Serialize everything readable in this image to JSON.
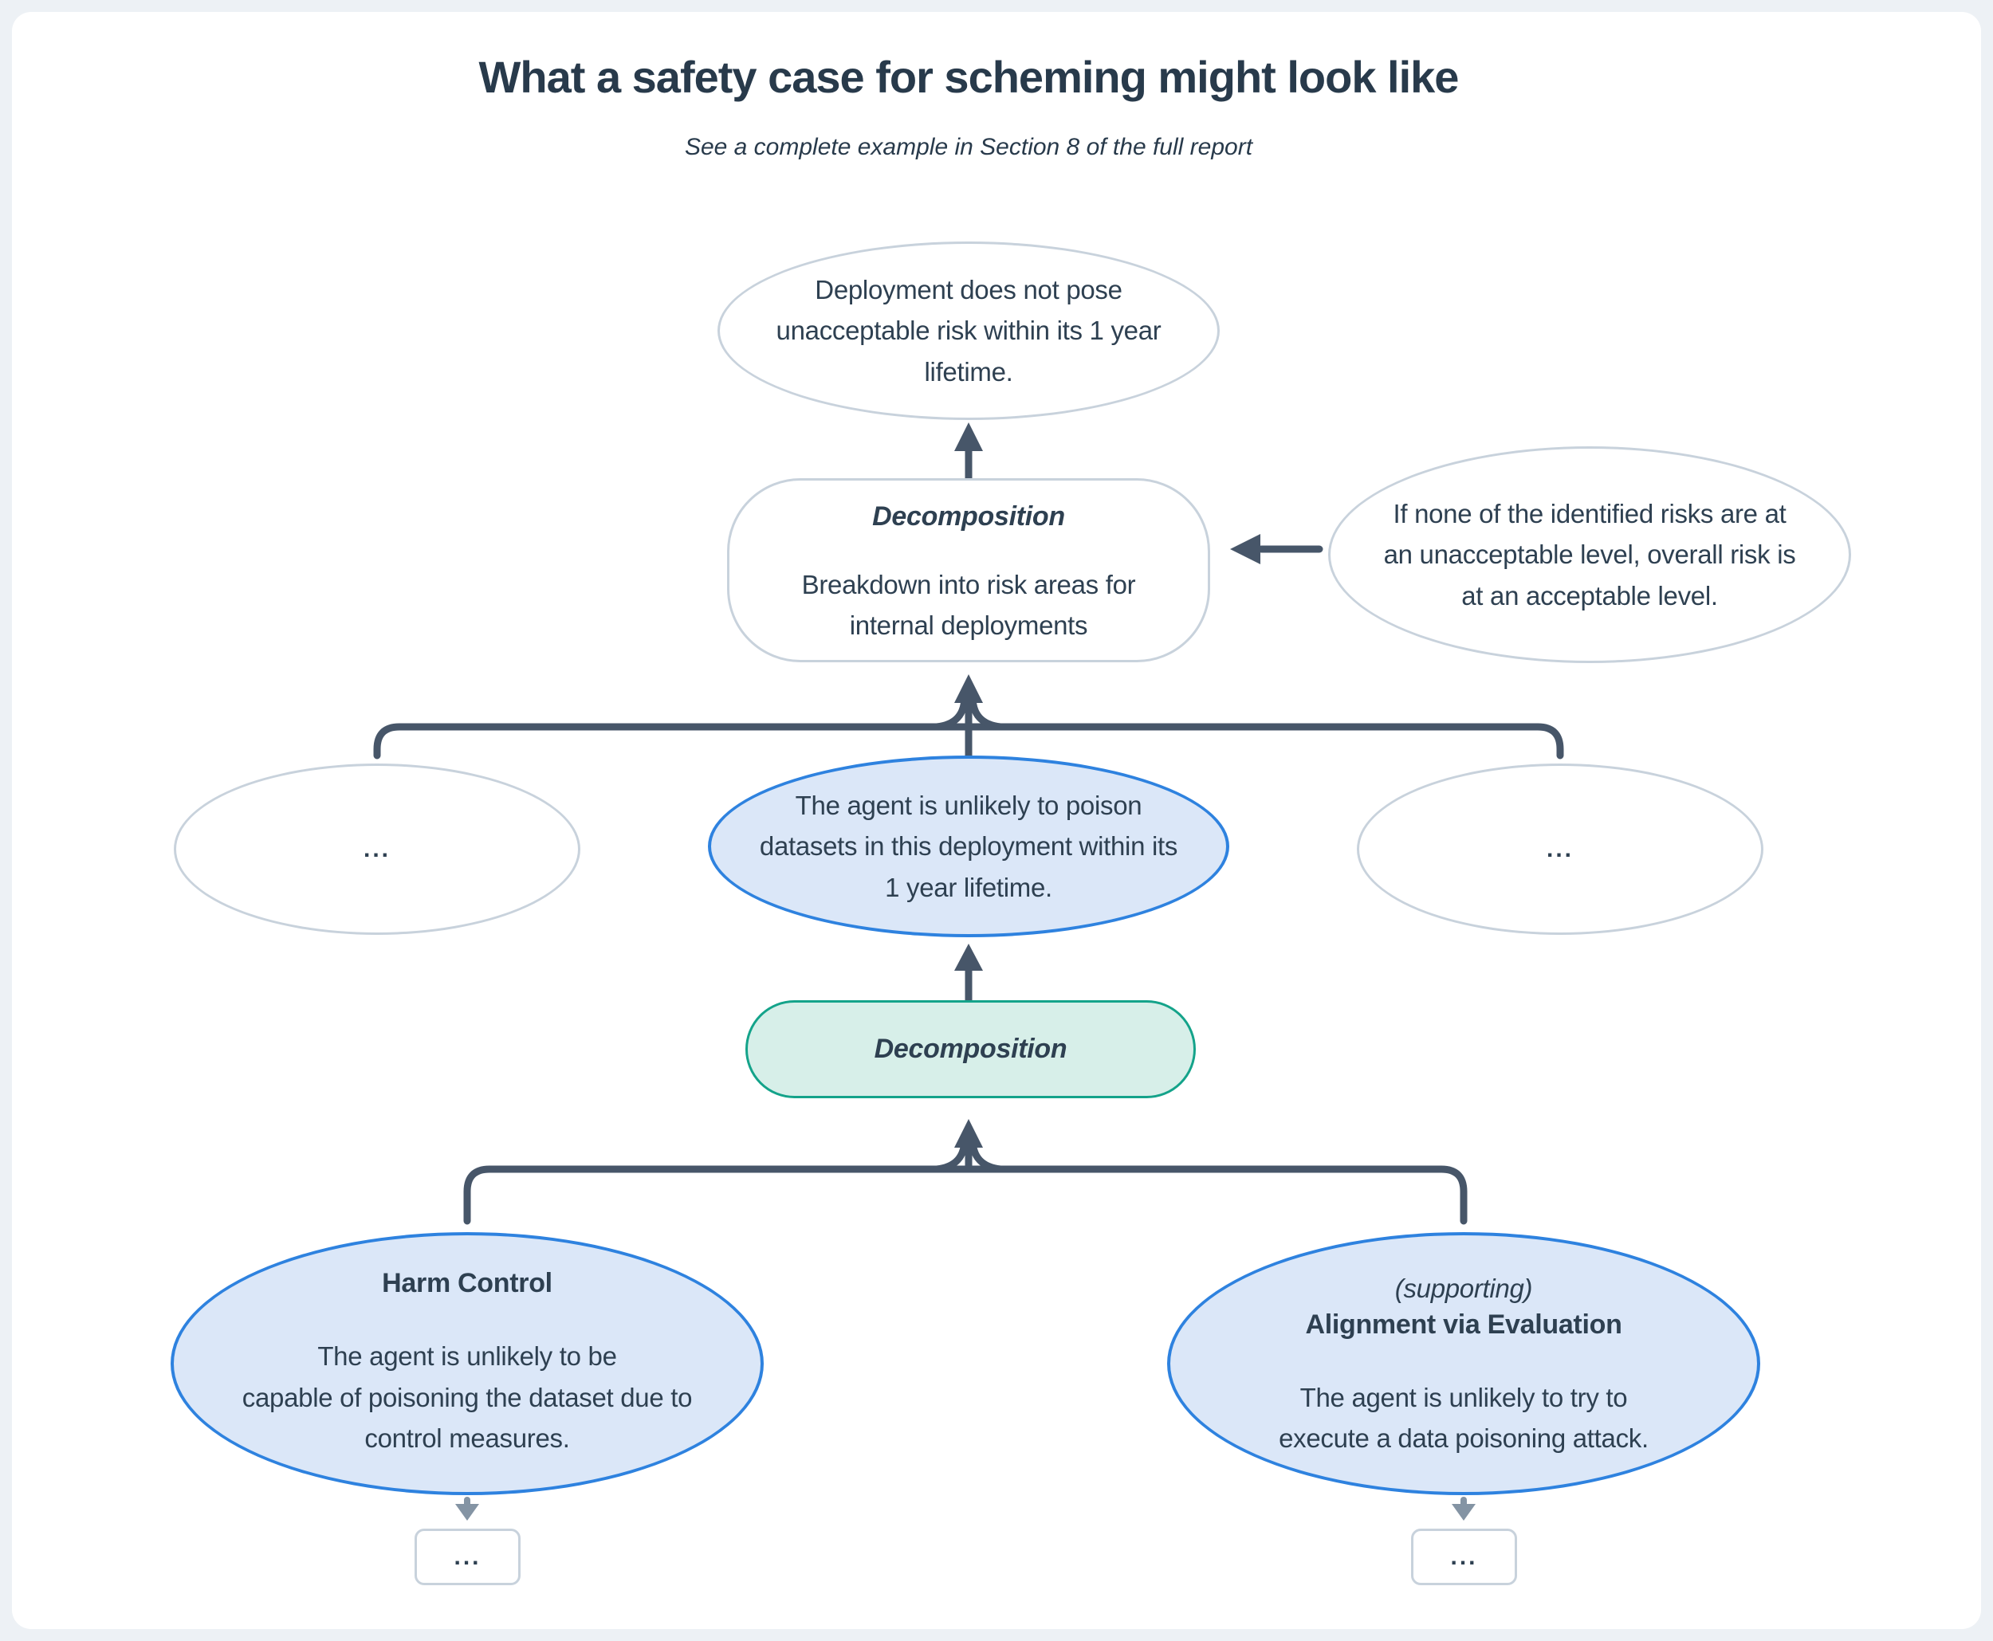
{
  "header": {
    "title": "What a safety case for scheming might look like",
    "subtitle": "See a complete example in Section 8 of the full report"
  },
  "colors": {
    "background": "#edf1f5",
    "card": "#ffffff",
    "text": "#2e4051",
    "title": "#283a4b",
    "connector": "#475669",
    "connector_light": "#8494a4",
    "node_border": "#c8d2dc",
    "blue_border": "#2e82df",
    "blue_fill": "#dbe7f8",
    "green_border": "#14a38a",
    "green_fill": "#d7efe9"
  },
  "nodes": {
    "top_goal": {
      "text": "Deployment does not pose\nunacceptable  risk within its 1 year\nlifetime."
    },
    "decomposition_top": {
      "heading": "Decomposition",
      "body": "Breakdown into risk areas for\ninternal deployments"
    },
    "side_note": {
      "text": "If none of the identified risks are at\nan unacceptable level, overall risk is\nat an acceptable level."
    },
    "risk_area_left": {
      "text": "..."
    },
    "risk_poisoning": {
      "text": "The agent is unlikely to poison\ndatasets in this deployment within its\n1 year lifetime."
    },
    "risk_area_right": {
      "text": "..."
    },
    "decomposition_lower": {
      "heading": "Decomposition"
    },
    "harm_control": {
      "heading": "Harm Control",
      "body": "The agent is unlikely to be\ncapable of poisoning the dataset due to\ncontrol measures."
    },
    "alignment_via_evaluation": {
      "prefix": "(supporting)",
      "heading": "Alignment via Evaluation",
      "body": "The agent is unlikely to try to\nexecute a data poisoning attack."
    },
    "more_left": {
      "text": "..."
    },
    "more_right": {
      "text": "..."
    }
  }
}
